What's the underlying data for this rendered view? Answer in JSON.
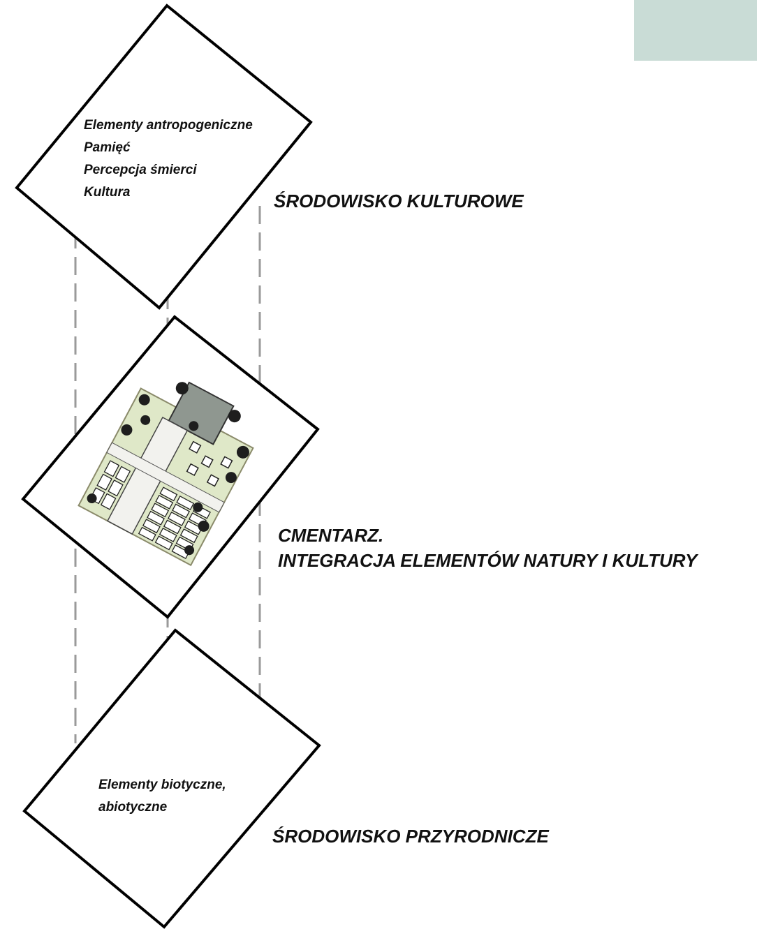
{
  "colors": {
    "corner_box": "#c9dcd6",
    "outline": "#000000",
    "dashed_line": "#9a9a9a",
    "grass": "#dfe8c8",
    "tree": "#1e1e1e",
    "paving": "#f2f2ee"
  },
  "top_panel": {
    "lines": [
      "Elementy antropogeniczne",
      "Pamięć",
      "Percepcja śmierci",
      "Kultura"
    ],
    "heading": "ŚRODOWISKO KULTUROWE"
  },
  "middle_panel": {
    "illustration": "cemetery-plan-aerial",
    "heading_line1": "CMENTARZ.",
    "heading_line2": "INTEGRACJA ELEMENTÓW NATURY I KULTURY"
  },
  "bottom_panel": {
    "lines": [
      "Elementy biotyczne,",
      "abiotyczne"
    ],
    "heading": "ŚRODOWISKO PRZYRODNICZE"
  }
}
